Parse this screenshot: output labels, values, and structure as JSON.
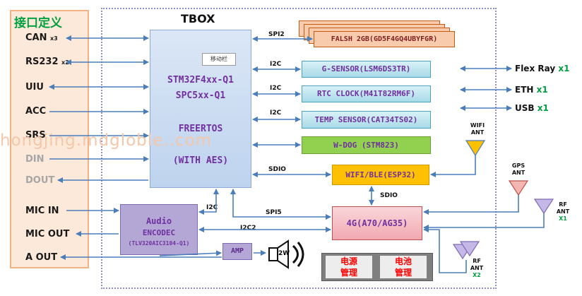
{
  "interface_panel": {
    "title": "接口定义",
    "items": [
      {
        "name": "CAN",
        "count": "x3"
      },
      {
        "name": "RS232",
        "count": "x2"
      },
      {
        "name": "UIU",
        "count": ""
      },
      {
        "name": "ACC",
        "count": ""
      },
      {
        "name": "SRS",
        "count": ""
      },
      {
        "name": "DIN",
        "count": ""
      },
      {
        "name": "DOUT",
        "count": ""
      },
      {
        "name": "MIC IN",
        "count": ""
      },
      {
        "name": "MIC OUT",
        "count": ""
      },
      {
        "name": "A OUT",
        "count": ""
      }
    ]
  },
  "tbox": {
    "title": "TBOX",
    "mcu": {
      "line1": "STM32F4xx-Q1",
      "line2": "SPC5xx-Q1",
      "line3": "FREERTOS",
      "line4": "(WITH AES)",
      "overlay": "移动栏"
    }
  },
  "peripherals": {
    "flash": "FALSH 2GB(GD5F4GQ4UBYFGR)",
    "gsensor": "G-SENSOR(LSM6DS3TR)",
    "rtc": "RTC CLOCK(M41T82RM6F)",
    "temp": "TEMP SENSOR(CAT34TS02)",
    "wdog": "W-DOG (STM823)",
    "wifi": "WIFI/BLE(ESP32)",
    "modem": "4G(A70/AG35)",
    "audio_line1": "Audio",
    "audio_line2": "ENCODEC",
    "audio_line3": "(TLV320AIC3104-Q1)",
    "amp": "AMP",
    "speaker": "2W",
    "power_mgmt": "电源\n管理",
    "battery_mgmt": "电池\n管理"
  },
  "bus_labels": {
    "spi2": "SPI2",
    "i2c_gsensor": "I2C",
    "i2c_rtc": "I2C",
    "i2c_temp": "I2C",
    "sdio_wifi": "SDIO",
    "sdio_modem": "SDIO",
    "spi5": "SPI5",
    "i2c_audio": "I2C",
    "i2c2": "I2C2"
  },
  "external": {
    "flexray": {
      "name": "Flex Ray",
      "count": "x1"
    },
    "eth": {
      "name": "ETH",
      "count": "x1"
    },
    "usb": {
      "name": "USB",
      "count": "x1"
    }
  },
  "antennas": {
    "wifi": {
      "line1": "WIFI",
      "line2": "ANT",
      "count": ""
    },
    "gps": {
      "line1": "GPS",
      "line2": "ANT",
      "count": ""
    },
    "rf1": {
      "line1": "RF",
      "line2": "ANT",
      "count": "X1"
    },
    "rf2": {
      "line1": "RF",
      "line2": "ANT",
      "count": "X2"
    }
  },
  "watermark": "hongjing.mdgloble..com",
  "colors": {
    "arrow": "#4a7ebb",
    "mcu_text": "#7030a0",
    "count_green": "#00a040",
    "power_red": "#ff0000"
  }
}
